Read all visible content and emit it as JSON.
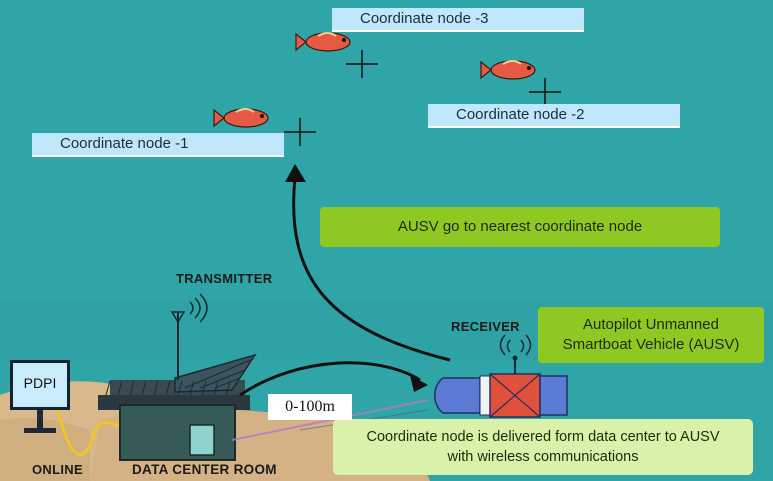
{
  "nodes": {
    "node1": "Coordinate node -1",
    "node2": "Coordinate node -2",
    "node3": "Coordinate node -3"
  },
  "instruction": "AUSV go to nearest coordinate node",
  "labels": {
    "transmitter": "TRANSMITTER",
    "receiver": "RECEIVER",
    "online": "ONLINE",
    "data_center_room": "DATA CENTER ROOM",
    "pdpi": "PDPI",
    "range": "0-100m"
  },
  "ausv_box": {
    "line1": "Autopilot Unmanned",
    "line2": "Smartboat Vehicle (AUSV)"
  },
  "delivery_box": {
    "line1": "Coordinate node is delivered form data center to AUSV",
    "line2": "with wireless communications"
  },
  "colors": {
    "sea": "#2fa5a7",
    "node_label": "#bfe7fb",
    "green_box": "#8fc823",
    "light_green_box": "#d9f1a8"
  },
  "icons": [
    "fish-icon",
    "crosshair-icon",
    "antenna-icon",
    "wifi-signal-icon",
    "boat-icon",
    "building-icon",
    "monitor-icon"
  ]
}
